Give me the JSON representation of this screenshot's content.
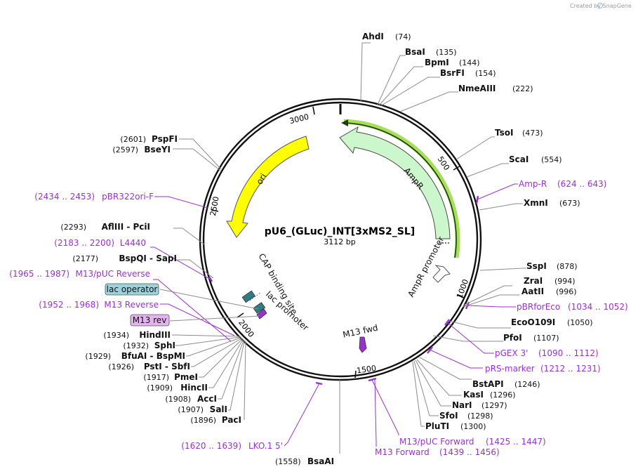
{
  "credit": "Created by SnapGene",
  "plasmid": {
    "name": "pU6_(GLuc)_INT[3xMS2_SL]",
    "length_label": "3112 bp"
  },
  "ticks": [
    "3000",
    "500",
    "2500",
    "1000",
    "2000",
    "1500"
  ],
  "features": {
    "ori": "ori",
    "ampr": "AmpR",
    "ampr_promoter": "AmpR promoter",
    "cap": "CAP binding site",
    "lac_promoter": "lac promoter",
    "m13fwd": "M13 fwd"
  },
  "sites": [
    {
      "name": "AhdI",
      "pos": "(74)"
    },
    {
      "name": "BsaI",
      "pos": "(135)"
    },
    {
      "name": "BpmI",
      "pos": "(144)"
    },
    {
      "name": "BsrFI",
      "pos": "(154)"
    },
    {
      "name": "NmeAIII",
      "pos": "(222)"
    },
    {
      "name": "TsoI",
      "pos": "(473)"
    },
    {
      "name": "ScaI",
      "pos": "(554)"
    },
    {
      "name": "XmnI",
      "pos": "(673)"
    },
    {
      "name": "SspI",
      "pos": "(878)"
    },
    {
      "name": "ZraI",
      "pos": "(994)"
    },
    {
      "name": "AatII",
      "pos": "(996)"
    },
    {
      "name": "EcoO109I",
      "pos": "(1050)"
    },
    {
      "name": "PfoI",
      "pos": "(1107)"
    },
    {
      "name": "BstAPI",
      "pos": "(1246)"
    },
    {
      "name": "KasI",
      "pos": "(1296)"
    },
    {
      "name": "NarI",
      "pos": "(1297)"
    },
    {
      "name": "SfoI",
      "pos": "(1298)"
    },
    {
      "name": "PluTI",
      "pos": "(1300)"
    },
    {
      "name": "BsaAI",
      "pos": "(1558)"
    },
    {
      "name": "PacI",
      "pos": "(1896)"
    },
    {
      "name": "SalI",
      "pos": "(1907)"
    },
    {
      "name": "AccI",
      "pos": "(1908)"
    },
    {
      "name": "HincII",
      "pos": "(1909)"
    },
    {
      "name": "PmeI",
      "pos": "(1917)"
    },
    {
      "name": "PstI - SbfI",
      "pos": "(1926)"
    },
    {
      "name": "BfuAI - BspMI",
      "pos": "(1929)"
    },
    {
      "name": "SphI",
      "pos": "(1932)"
    },
    {
      "name": "HindIII",
      "pos": "(1934)"
    },
    {
      "name": "BspQI - SapI",
      "pos": "(2177)"
    },
    {
      "name": "AflIII - PciI",
      "pos": "(2293)"
    },
    {
      "name": "BseYI",
      "pos": "(2597)"
    },
    {
      "name": "PspFI",
      "pos": "(2601)"
    }
  ],
  "primers": [
    {
      "name": "Amp-R",
      "range": "(624 .. 643)"
    },
    {
      "name": "pBRforEco",
      "range": "(1034 .. 1052)"
    },
    {
      "name": "pGEX 3'",
      "range": "(1090 .. 1112)"
    },
    {
      "name": "pRS-marker",
      "range": "(1212 .. 1231)"
    },
    {
      "name": "M13/pUC Forward",
      "range": "(1425 .. 1447)"
    },
    {
      "name": "M13 Forward",
      "range": "(1439 .. 1456)"
    },
    {
      "name": "LKO.1 5'",
      "range": "(1620 .. 1639)"
    },
    {
      "name": "M13 Reverse",
      "range": "(1952 .. 1968)"
    },
    {
      "name": "M13/pUC Reverse",
      "range": "(1965 .. 1987)"
    },
    {
      "name": "L4440",
      "range": "(2183 .. 2200)"
    },
    {
      "name": "pBR322ori-F",
      "range": "(2434 .. 2453)"
    }
  ],
  "boxed_labels": {
    "lac_operator": "lac operator",
    "m13_rev": "M13 rev"
  },
  "colors": {
    "ori": "#ffff00",
    "ampr": "#ccf7cc",
    "primer": "#9b30d0",
    "lac_operator_box": "#9fd2dc",
    "m13_rev_box": "#e5b3f0",
    "highlight": "#a6e05a"
  }
}
